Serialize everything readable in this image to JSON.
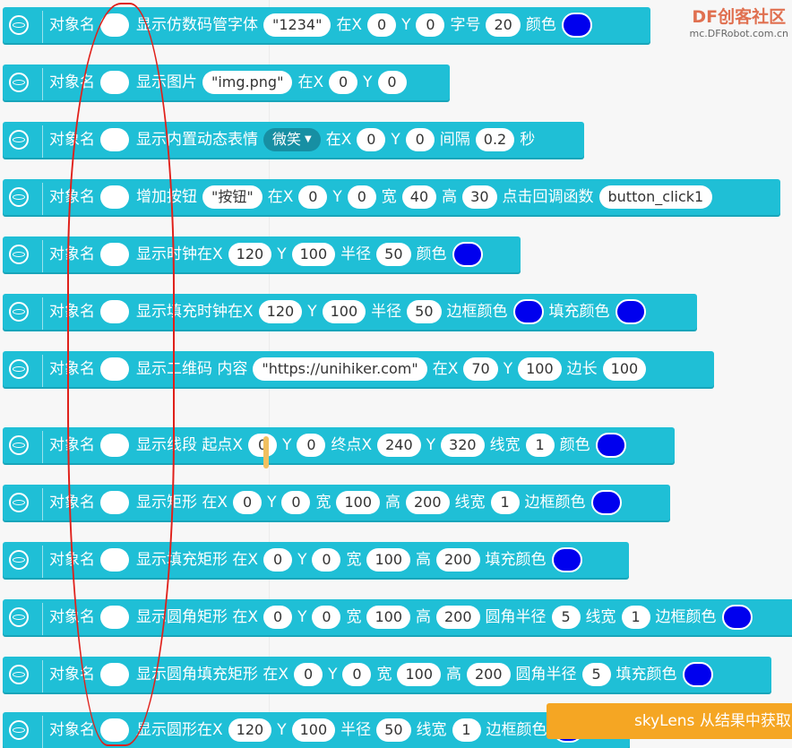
{
  "watermark": {
    "logo": "DF创客社区",
    "url": "mc.DFRobot.com.cn"
  },
  "common": {
    "object_name_label": "对象名"
  },
  "blocks": [
    {
      "parts": [
        {
          "k": "t",
          "v": "显示仿数码管字体"
        },
        {
          "k": "s",
          "v": "\"1234\""
        },
        {
          "k": "t",
          "v": "在X"
        },
        {
          "k": "n",
          "v": "0"
        },
        {
          "k": "t",
          "v": "Y"
        },
        {
          "k": "n",
          "v": "0"
        },
        {
          "k": "t",
          "v": "字号"
        },
        {
          "k": "n",
          "v": "20"
        },
        {
          "k": "t",
          "v": "颜色"
        },
        {
          "k": "c",
          "v": "#0000ee"
        }
      ]
    },
    {
      "parts": [
        {
          "k": "t",
          "v": "显示图片"
        },
        {
          "k": "s",
          "v": "\"img.png\""
        },
        {
          "k": "t",
          "v": "在X"
        },
        {
          "k": "n",
          "v": "0"
        },
        {
          "k": "t",
          "v": "Y"
        },
        {
          "k": "n",
          "v": "0"
        }
      ]
    },
    {
      "parts": [
        {
          "k": "t",
          "v": "显示内置动态表情"
        },
        {
          "k": "d",
          "v": "微笑"
        },
        {
          "k": "t",
          "v": "在X"
        },
        {
          "k": "n",
          "v": "0"
        },
        {
          "k": "t",
          "v": "Y"
        },
        {
          "k": "n",
          "v": "0"
        },
        {
          "k": "t",
          "v": "间隔"
        },
        {
          "k": "n",
          "v": "0.2"
        },
        {
          "k": "t",
          "v": "秒"
        }
      ]
    },
    {
      "parts": [
        {
          "k": "t",
          "v": "增加按钮"
        },
        {
          "k": "s",
          "v": "\"按钮\""
        },
        {
          "k": "t",
          "v": "在X"
        },
        {
          "k": "n",
          "v": "0"
        },
        {
          "k": "t",
          "v": "Y"
        },
        {
          "k": "n",
          "v": "0"
        },
        {
          "k": "t",
          "v": "宽"
        },
        {
          "k": "n",
          "v": "40"
        },
        {
          "k": "t",
          "v": "高"
        },
        {
          "k": "n",
          "v": "30"
        },
        {
          "k": "t",
          "v": "点击回调函数"
        },
        {
          "k": "s",
          "v": "button_click1"
        }
      ]
    },
    {
      "parts": [
        {
          "k": "t",
          "v": "显示时钟在X"
        },
        {
          "k": "n",
          "v": "120"
        },
        {
          "k": "t",
          "v": "Y"
        },
        {
          "k": "n",
          "v": "100"
        },
        {
          "k": "t",
          "v": "半径"
        },
        {
          "k": "n",
          "v": "50"
        },
        {
          "k": "t",
          "v": "颜色"
        },
        {
          "k": "c",
          "v": "#0000ee"
        }
      ]
    },
    {
      "parts": [
        {
          "k": "t",
          "v": "显示填充时钟在X"
        },
        {
          "k": "n",
          "v": "120"
        },
        {
          "k": "t",
          "v": "Y"
        },
        {
          "k": "n",
          "v": "100"
        },
        {
          "k": "t",
          "v": "半径"
        },
        {
          "k": "n",
          "v": "50"
        },
        {
          "k": "t",
          "v": "边框颜色"
        },
        {
          "k": "c",
          "v": "#0000ee"
        },
        {
          "k": "t",
          "v": "填充颜色"
        },
        {
          "k": "c",
          "v": "#0000ee"
        }
      ]
    },
    {
      "parts": [
        {
          "k": "t",
          "v": "显示二维码 内容"
        },
        {
          "k": "s",
          "v": "\"https://unihiker.com\""
        },
        {
          "k": "t",
          "v": "在X"
        },
        {
          "k": "n",
          "v": "70"
        },
        {
          "k": "t",
          "v": "Y"
        },
        {
          "k": "n",
          "v": "100"
        },
        {
          "k": "t",
          "v": "边长"
        },
        {
          "k": "n",
          "v": "100"
        }
      ]
    },
    {
      "parts": [
        {
          "k": "t",
          "v": "显示线段 起点X"
        },
        {
          "k": "n",
          "v": "0"
        },
        {
          "k": "t",
          "v": "Y"
        },
        {
          "k": "n",
          "v": "0"
        },
        {
          "k": "t",
          "v": "终点X"
        },
        {
          "k": "n",
          "v": "240"
        },
        {
          "k": "t",
          "v": "Y"
        },
        {
          "k": "n",
          "v": "320"
        },
        {
          "k": "t",
          "v": "线宽"
        },
        {
          "k": "n",
          "v": "1"
        },
        {
          "k": "t",
          "v": "颜色"
        },
        {
          "k": "c",
          "v": "#0000ee"
        }
      ]
    },
    {
      "parts": [
        {
          "k": "t",
          "v": "显示矩形 在X"
        },
        {
          "k": "n",
          "v": "0"
        },
        {
          "k": "t",
          "v": "Y"
        },
        {
          "k": "n",
          "v": "0"
        },
        {
          "k": "t",
          "v": "宽"
        },
        {
          "k": "n",
          "v": "100"
        },
        {
          "k": "t",
          "v": "高"
        },
        {
          "k": "n",
          "v": "200"
        },
        {
          "k": "t",
          "v": "线宽"
        },
        {
          "k": "n",
          "v": "1"
        },
        {
          "k": "t",
          "v": "边框颜色"
        },
        {
          "k": "c",
          "v": "#0000ee"
        }
      ]
    },
    {
      "parts": [
        {
          "k": "t",
          "v": "显示填充矩形 在X"
        },
        {
          "k": "n",
          "v": "0"
        },
        {
          "k": "t",
          "v": "Y"
        },
        {
          "k": "n",
          "v": "0"
        },
        {
          "k": "t",
          "v": "宽"
        },
        {
          "k": "n",
          "v": "100"
        },
        {
          "k": "t",
          "v": "高"
        },
        {
          "k": "n",
          "v": "200"
        },
        {
          "k": "t",
          "v": "填充颜色"
        },
        {
          "k": "c",
          "v": "#0000ee"
        }
      ]
    },
    {
      "parts": [
        {
          "k": "t",
          "v": "显示圆角矩形 在X"
        },
        {
          "k": "n",
          "v": "0"
        },
        {
          "k": "t",
          "v": "Y"
        },
        {
          "k": "n",
          "v": "0"
        },
        {
          "k": "t",
          "v": "宽"
        },
        {
          "k": "n",
          "v": "100"
        },
        {
          "k": "t",
          "v": "高"
        },
        {
          "k": "n",
          "v": "200"
        },
        {
          "k": "t",
          "v": "圆角半径"
        },
        {
          "k": "n",
          "v": "5"
        },
        {
          "k": "t",
          "v": "线宽"
        },
        {
          "k": "n",
          "v": "1"
        },
        {
          "k": "t",
          "v": "边框颜色"
        },
        {
          "k": "c",
          "v": "#0000ee"
        }
      ]
    },
    {
      "parts": [
        {
          "k": "t",
          "v": "显示圆角填充矩形 在X"
        },
        {
          "k": "n",
          "v": "0"
        },
        {
          "k": "t",
          "v": "Y"
        },
        {
          "k": "n",
          "v": "0"
        },
        {
          "k": "t",
          "v": "宽"
        },
        {
          "k": "n",
          "v": "100"
        },
        {
          "k": "t",
          "v": "高"
        },
        {
          "k": "n",
          "v": "200"
        },
        {
          "k": "t",
          "v": "圆角半径"
        },
        {
          "k": "n",
          "v": "5"
        },
        {
          "k": "t",
          "v": "填充颜色"
        },
        {
          "k": "c",
          "v": "#0000ee"
        }
      ]
    },
    {
      "parts": [
        {
          "k": "t",
          "v": "显示圆形在X"
        },
        {
          "k": "n",
          "v": "120"
        },
        {
          "k": "t",
          "v": "Y"
        },
        {
          "k": "n",
          "v": "100"
        },
        {
          "k": "t",
          "v": "半径"
        },
        {
          "k": "n",
          "v": "50"
        },
        {
          "k": "t",
          "v": "线宽"
        },
        {
          "k": "n",
          "v": "1"
        },
        {
          "k": "t",
          "v": "边框颜色"
        },
        {
          "k": "c",
          "v": "#0000ee"
        }
      ]
    }
  ],
  "peek_block": {
    "label": "skyLens 从结果中获取"
  },
  "colors": {
    "block": "#1fbfd6",
    "swatch": "#0000ee",
    "annotation": "#e0201a",
    "peek": "#f5a623"
  }
}
